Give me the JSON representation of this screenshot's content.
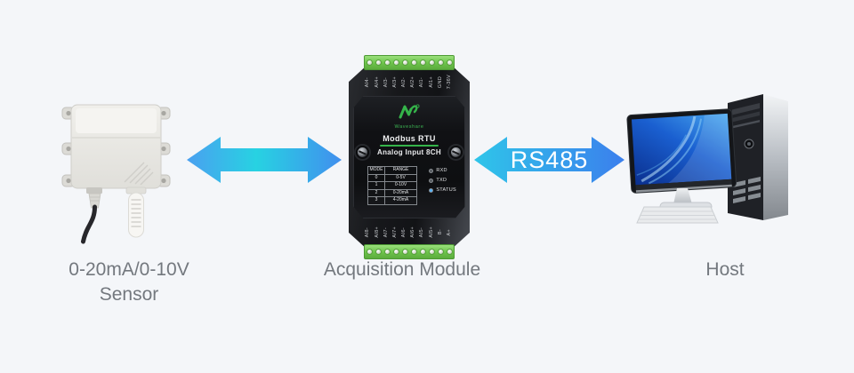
{
  "page": {
    "background": "#f4f6f9"
  },
  "captions": {
    "sensor_line1": "0-20mA/0-10V",
    "sensor_line2": "Sensor",
    "module": "Acquisition Module",
    "host": "Host"
  },
  "connection": {
    "bus_label": "RS485"
  },
  "module": {
    "brand": "Waveshare",
    "model_line1": "Modbus RTU",
    "model_line2": "Analog Input 8CH",
    "top_pins": [
      "AI4-",
      "AI4+",
      "AI3-",
      "AI3+",
      "AI2-",
      "AI2+",
      "AI1-",
      "AI1+",
      "GND",
      "7-36V"
    ],
    "bottom_pins": [
      "AI8-",
      "AI8+",
      "AI7-",
      "AI7+",
      "AI6-",
      "AI6+",
      "AI5-",
      "AI5+",
      "B-",
      "A+"
    ],
    "mode_table": {
      "headers": [
        "MODE",
        "RANGE"
      ],
      "rows": [
        [
          "0",
          "0-5V"
        ],
        [
          "1",
          "0-10V"
        ],
        [
          "2",
          "0-20mA"
        ],
        [
          "3",
          "4-20mA"
        ]
      ]
    },
    "leds": [
      {
        "label": "RXD",
        "color": "#575c61"
      },
      {
        "label": "TXD",
        "color": "#575c61"
      },
      {
        "label": "STATUS",
        "color": "#58b6ff"
      }
    ]
  },
  "colors": {
    "arrow_cyan": "#27d2e2",
    "arrow_blue": "#4196ee",
    "terminal_green": "#6cc24a",
    "brand_green": "#3db854",
    "caption_gray": "#73787e"
  }
}
